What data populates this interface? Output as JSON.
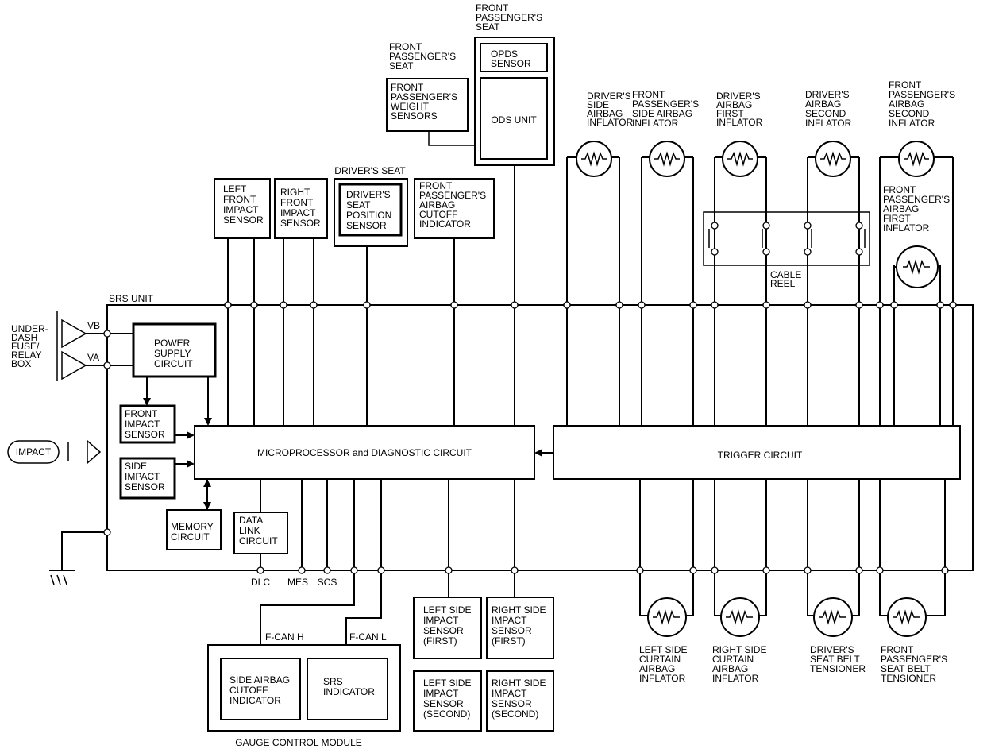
{
  "labels": {
    "srs_unit": "SRS UNIT",
    "under_dash": [
      "UNDER-",
      "DASH",
      "FUSE/",
      "RELAY",
      "BOX"
    ],
    "vb": "VB",
    "va": "VA",
    "impact": "IMPACT",
    "power_supply": [
      "POWER",
      "SUPPLY",
      "CIRCUIT"
    ],
    "front_impact_sensor": [
      "FRONT",
      "IMPACT",
      "SENSOR"
    ],
    "side_impact_sensor": [
      "SIDE",
      "IMPACT",
      "SENSOR"
    ],
    "microprocessor": "MICROPROCESSOR and DIAGNOSTIC CIRCUIT",
    "trigger_circuit": "TRIGGER CIRCUIT",
    "memory_circuit": [
      "MEMORY",
      "CIRCUIT"
    ],
    "data_link_circuit": [
      "DATA",
      "LINK",
      "CIRCUIT"
    ],
    "dlc": "DLC",
    "mes": "MES",
    "scs": "SCS",
    "fcan_h": "F-CAN H",
    "fcan_l": "F-CAN L",
    "side_airbag_cutoff_indicator": [
      "SIDE AIRBAG",
      "CUTOFF",
      "INDICATOR"
    ],
    "srs_indicator": [
      "SRS",
      "INDICATOR"
    ],
    "gauge_control_module": "GAUGE CONTROL MODULE",
    "left_side_first": [
      "LEFT SIDE",
      "IMPACT",
      "SENSOR",
      "(FIRST)"
    ],
    "right_side_first": [
      "RIGHT SIDE",
      "IMPACT",
      "SENSOR",
      "(FIRST)"
    ],
    "left_side_second": [
      "LEFT SIDE",
      "IMPACT",
      "SENSOR",
      "(SECOND)"
    ],
    "right_side_second": [
      "RIGHT SIDE",
      "IMPACT",
      "SENSOR",
      "(SECOND)"
    ],
    "left_front_impact": [
      "LEFT",
      "FRONT",
      "IMPACT",
      "SENSOR"
    ],
    "right_front_impact": [
      "RIGHT",
      "FRONT",
      "IMPACT",
      "SENSOR"
    ],
    "drivers_seat": "DRIVER'S SEAT",
    "drivers_seat_position": [
      "DRIVER'S",
      "SEAT",
      "POSITION",
      "SENSOR"
    ],
    "fp_airbag_cutoff": [
      "FRONT",
      "PASSENGER'S",
      "AIRBAG",
      "CUTOFF",
      "INDICATOR"
    ],
    "fp_seat_1": [
      "FRONT",
      "PASSENGER'S",
      "SEAT"
    ],
    "fp_weight_sensors": [
      "FRONT",
      "PASSENGER'S",
      "WEIGHT",
      "SENSORS"
    ],
    "fp_seat_2": [
      "FRONT",
      "PASSENGER'S",
      "SEAT"
    ],
    "opds_sensor": [
      "OPDS",
      "SENSOR"
    ],
    "ods_unit": "ODS UNIT",
    "drivers_side_inflator": [
      "DRIVER'S",
      "SIDE",
      "AIRBAG",
      "INFLATOR"
    ],
    "fp_side_inflator": [
      "FRONT",
      "PASSENGER'S",
      "SIDE AIRBAG",
      "INFLATOR"
    ],
    "drivers_first_inflator": [
      "DRIVER'S",
      "AIRBAG",
      "FIRST",
      "INFLATOR"
    ],
    "drivers_second_inflator": [
      "DRIVER'S",
      "AIRBAG",
      "SECOND",
      "INFLATOR"
    ],
    "fp_second_inflator": [
      "FRONT",
      "PASSENGER'S",
      "AIRBAG",
      "SECOND",
      "INFLATOR"
    ],
    "fp_first_inflator": [
      "FRONT",
      "PASSENGER'S",
      "AIRBAG",
      "FIRST",
      "INFLATOR"
    ],
    "cable_reel": [
      "CABLE",
      "REEL"
    ],
    "left_curtain": [
      "LEFT SIDE",
      "CURTAIN",
      "AIRBAG",
      "INFLATOR"
    ],
    "right_curtain": [
      "RIGHT SIDE",
      "CURTAIN",
      "AIRBAG",
      "INFLATOR"
    ],
    "drivers_tensioner": [
      "DRIVER'S",
      "SEAT BELT",
      "TENSIONER"
    ],
    "fp_tensioner": [
      "FRONT",
      "PASSENGER'S",
      "SEAT BELT",
      "TENSIONER"
    ]
  }
}
